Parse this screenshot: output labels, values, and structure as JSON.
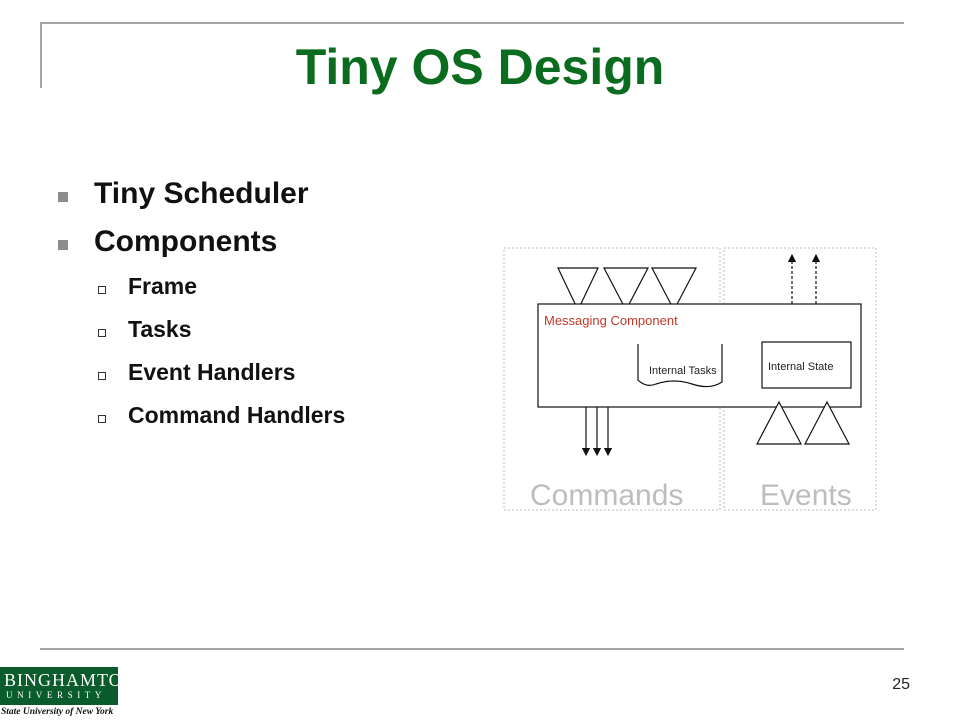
{
  "slide": {
    "title": "Tiny OS Design",
    "page_number": "25"
  },
  "bullets": [
    {
      "label": "Tiny Scheduler"
    },
    {
      "label": "Components",
      "children": [
        {
          "label": "Frame"
        },
        {
          "label": "Tasks"
        },
        {
          "label": "Event Handlers"
        },
        {
          "label": "Command Handlers"
        }
      ]
    }
  ],
  "diagram": {
    "component_label": "Messaging Component",
    "internal_tasks_label": "Internal Tasks",
    "internal_state_label": "Internal State",
    "commands_label": "Commands",
    "events_label": "Events"
  },
  "logo": {
    "name": "BINGHAMTON",
    "university": "UNIVERSITY",
    "tagline": "State University of New York"
  },
  "colors": {
    "title": "#0b6b1e",
    "component_label": "#c0392b",
    "logo_green": "#0b5c2c"
  }
}
